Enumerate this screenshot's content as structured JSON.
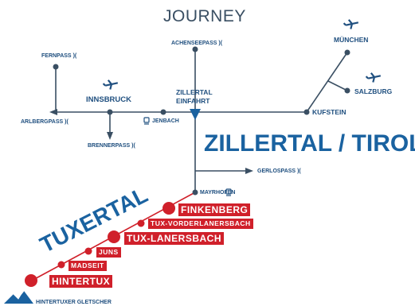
{
  "title": "JOURNEY",
  "stations": {
    "fernpass": "FERNPASS",
    "achenseepass": "ACHENSEEPASS",
    "muenchen": "MÜNCHEN",
    "salzburg": "SALZBURG",
    "innsbruck": "INNSBRUCK",
    "zillertal_einfahrt_1": "ZILLERTAL",
    "zillertal_einfahrt_2": "EINFAHRT",
    "kufstein": "KUFSTEIN",
    "arlbergpass": "ARLBERGPASS",
    "jenbach": "JENBACH",
    "brennerpass": "BRENNERPASS",
    "gerlospass": "GERLOSPASS",
    "mayrhofen": "MAYRHOFEN",
    "gletscher": "HINTERTUXER GLETSCHER"
  },
  "regions": {
    "zillertal": "ZILLERTAL / TIROL",
    "tuxertal": "TUXERTAL"
  },
  "villages": {
    "finkenberg": "FINKENBERG",
    "tux_vorderlanersbach": "TUX-VORDERLANERSBACH",
    "tux_lanersbach": "TUX-LANERSBACH",
    "juns": "JUNS",
    "madseit": "MADSEIT",
    "hintertux": "HINTERTUX"
  },
  "pass_marker": ")(",
  "colors": {
    "road": "#3a4f63",
    "label": "#1f4f7f",
    "region": "#1a62a0",
    "accent": "#d0202a"
  },
  "icons": [
    "airplane-icon",
    "train-icon",
    "mountain-icon"
  ]
}
